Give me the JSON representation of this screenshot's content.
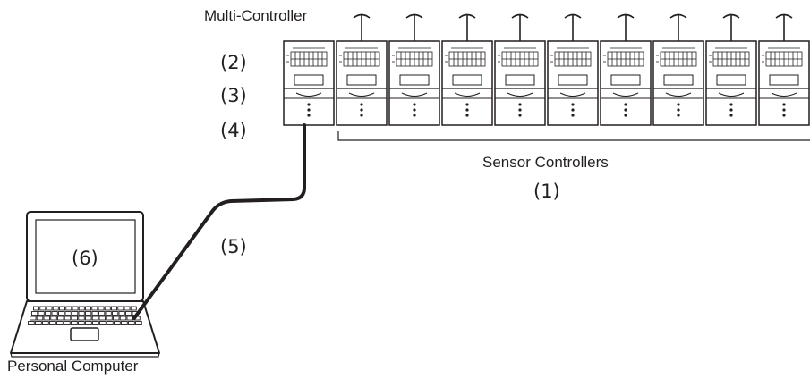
{
  "labels": {
    "multi_controller": "Multi-Controller",
    "sensor_controllers": "Sensor Controllers",
    "personal_computer": "Personal Computer"
  },
  "callouts": {
    "n1": "(1)",
    "n2": "(2)",
    "n3": "(3)",
    "n4": "(4)",
    "n5": "(5)",
    "n6": "(6)"
  },
  "diagram": {
    "unit_count": 10,
    "stroke_color": "#231f20",
    "background": "#ffffff"
  }
}
